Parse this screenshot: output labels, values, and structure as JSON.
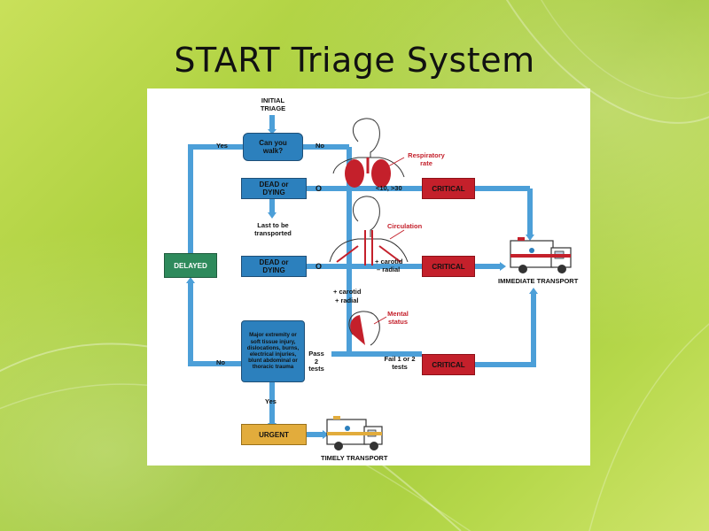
{
  "slide": {
    "title": "START Triage System"
  },
  "diagram": {
    "initial_triage": "INITIAL TRIAGE",
    "can_you_walk": "Can you walk?",
    "yes_left": "Yes",
    "no_right": "No",
    "dead_or_dying_1": "DEAD or DYING",
    "dead_or_dying_2": "DEAD or DYING",
    "o_1": "O",
    "o_2": "O",
    "last_to_be_transported": "Last to be transported",
    "delayed": "DELAYED",
    "respiratory_rate": "Respiratory rate",
    "resp_criteria": "<10, >30",
    "critical_1": "CRITICAL",
    "critical_2": "CRITICAL",
    "critical_3": "CRITICAL",
    "circulation": "Circulation",
    "plus_carotid_right": "+ carotid",
    "minus_radial": "– radial",
    "plus_carotid_below": "+ carotid",
    "plus_radial_below": "+ radial",
    "mental_status": "Mental status",
    "pass_tests": "Pass 2 tests",
    "fail_tests": "Fail 1 or 2 tests",
    "injury_box": "Major extremity or soft tissue injury, dislocations, burns, electrical injuries, blunt abdominal or thoracic trauma",
    "no_left": "No",
    "yes_below": "Yes",
    "urgent": "URGENT",
    "immediate_transport": "IMMEDIATE TRANSPORT",
    "timely_transport": "TIMELY TRANSPORT"
  },
  "colors": {
    "flow_blue": "#2c80bd",
    "connector_blue": "#4c9fd8",
    "delayed_green": "#2e8a5c",
    "critical_red": "#c4202b",
    "urgent_gold": "#e2ac3c",
    "background_lime": "#a9cf3c"
  }
}
